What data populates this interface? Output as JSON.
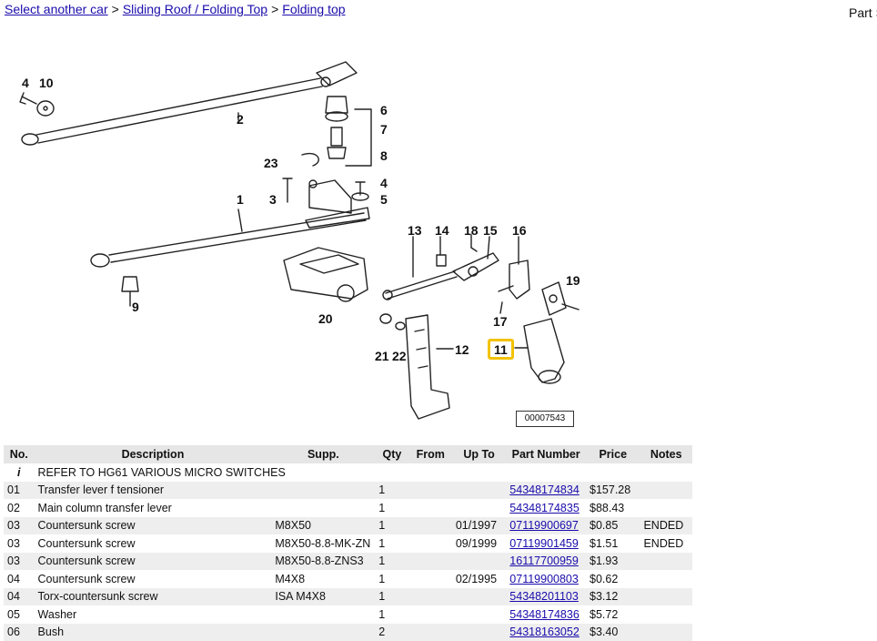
{
  "breadcrumb": {
    "items": [
      "Select another car",
      "Sliding Roof / Folding Top",
      "Folding top"
    ],
    "separator": ">"
  },
  "side_text": "Part S",
  "diagram": {
    "callouts": [
      "4",
      "10",
      "2",
      "6",
      "7",
      "8",
      "23",
      "3",
      "4",
      "5",
      "1",
      "13",
      "14",
      "18",
      "15",
      "16",
      "19",
      "9",
      "20",
      "17",
      "21",
      "22",
      "12",
      "11"
    ],
    "highlighted": "11",
    "diagram_id": "00007543"
  },
  "table": {
    "headers": [
      "No.",
      "Description",
      "Supp.",
      "Qty",
      "From",
      "Up To",
      "Part Number",
      "Price",
      "Notes"
    ],
    "rows": [
      {
        "no": "i",
        "desc": "REFER TO HG61 VARIOUS MICRO SWITCHES",
        "supp": "",
        "qty": "",
        "from": "",
        "upto": "",
        "part": "",
        "price": "",
        "notes": ""
      },
      {
        "no": "01",
        "desc": "Transfer lever f tensioner",
        "supp": "",
        "qty": "1",
        "from": "",
        "upto": "",
        "part": "54348174834",
        "price": "$157.28",
        "notes": ""
      },
      {
        "no": "02",
        "desc": "Main column transfer lever",
        "supp": "",
        "qty": "1",
        "from": "",
        "upto": "",
        "part": "54348174835",
        "price": "$88.43",
        "notes": ""
      },
      {
        "no": "03",
        "desc": "Countersunk screw",
        "supp": "M8X50",
        "qty": "1",
        "from": "",
        "upto": "01/1997",
        "part": "07119900697",
        "price": "$0.85",
        "notes": "ENDED"
      },
      {
        "no": "03",
        "desc": "Countersunk screw",
        "supp": "M8X50-8.8-MK-ZN",
        "qty": "1",
        "from": "",
        "upto": "09/1999",
        "part": "07119901459",
        "price": "$1.51",
        "notes": "ENDED"
      },
      {
        "no": "03",
        "desc": "Countersunk screw",
        "supp": "M8X50-8.8-ZNS3",
        "qty": "1",
        "from": "",
        "upto": "",
        "part": "16117700959",
        "price": "$1.93",
        "notes": ""
      },
      {
        "no": "04",
        "desc": "Countersunk screw",
        "supp": "M4X8",
        "qty": "1",
        "from": "",
        "upto": "02/1995",
        "part": "07119900803",
        "price": "$0.62",
        "notes": ""
      },
      {
        "no": "04",
        "desc": "Torx-countersunk screw",
        "supp": "ISA M4X8",
        "qty": "1",
        "from": "",
        "upto": "",
        "part": "54348201103",
        "price": "$3.12",
        "notes": ""
      },
      {
        "no": "05",
        "desc": "Washer",
        "supp": "",
        "qty": "1",
        "from": "",
        "upto": "",
        "part": "54348174836",
        "price": "$5.72",
        "notes": ""
      },
      {
        "no": "06",
        "desc": "Bush",
        "supp": "",
        "qty": "2",
        "from": "",
        "upto": "",
        "part": "54318163052",
        "price": "$3.40",
        "notes": ""
      }
    ]
  }
}
